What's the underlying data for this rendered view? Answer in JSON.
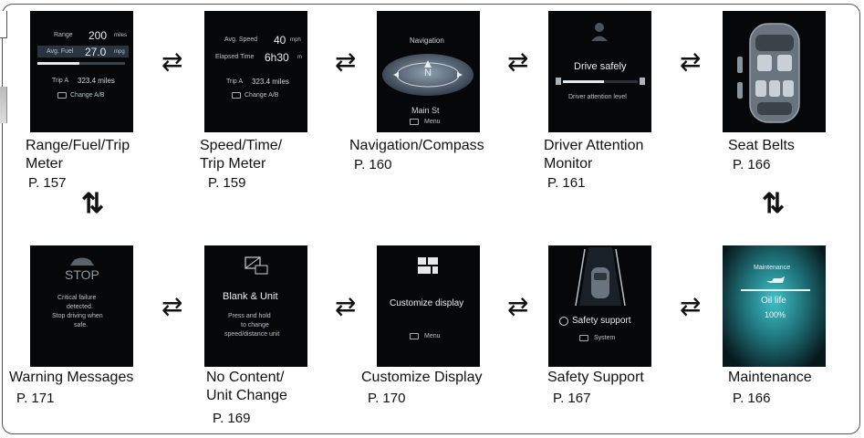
{
  "screens": {
    "range": {
      "range_label": "Range",
      "range_value": "200",
      "range_unit": "miles",
      "fuel_label": "Avg. Fuel",
      "fuel_value": "27.0",
      "fuel_unit": "mpg",
      "trip_label": "Trip A",
      "trip_value": "323.4 miles",
      "change": "Change A/B"
    },
    "speed": {
      "speed_label": "Avg. Speed",
      "speed_value": "40",
      "speed_unit": "mph",
      "time_label": "Elapsed Time",
      "time_value": "6h30",
      "time_unit": "m",
      "trip_label": "Trip A",
      "trip_value": "323.4 miles",
      "change": "Change A/B"
    },
    "nav": {
      "title": "Navigation",
      "heading": "N",
      "street": "Main St",
      "menu": "Menu"
    },
    "driver": {
      "title": "Drive safely",
      "level": "Driver attention level"
    },
    "warning": {
      "title": "STOP",
      "msg1": "Critical failure",
      "msg2": "detected.",
      "msg3": "Stop driving when",
      "msg4": "safe."
    },
    "blank": {
      "title": "Blank & Unit",
      "l1": "Press and hold",
      "l2": "to change",
      "l3": "speed/distance unit"
    },
    "customize": {
      "title": "Customize display",
      "menu": "Menu"
    },
    "safety": {
      "title": "Safety support",
      "system": "System"
    },
    "maint": {
      "title": "Maintenance",
      "oil": "Oil life",
      "pct": "100%"
    }
  },
  "labels": {
    "range": {
      "line1": "Range/Fuel/Trip",
      "line2": "Meter",
      "page": "P. 157"
    },
    "speed": {
      "line1": "Speed/Time/",
      "line2": "Trip Meter",
      "page": "P. 159"
    },
    "nav": {
      "line1": "Navigation/Compass",
      "page": "P. 160"
    },
    "driver": {
      "line1": "Driver Attention",
      "line2": "Monitor",
      "page": "P. 161"
    },
    "seat": {
      "line1": "Seat Belts",
      "page": "P. 166"
    },
    "warning": {
      "line1": "Warning Messages",
      "page": "P. 171"
    },
    "blank": {
      "line1": "No Content/",
      "line2": "Unit Change",
      "page": "P. 169"
    },
    "customize": {
      "line1": "Customize Display",
      "page": "P. 170"
    },
    "safety": {
      "line1": "Safety Support",
      "page": "P. 167"
    },
    "maint": {
      "line1": "Maintenance",
      "page": "P. 166"
    }
  },
  "arrows": {
    "horizontal": "⇄",
    "vertical": "⇅"
  }
}
